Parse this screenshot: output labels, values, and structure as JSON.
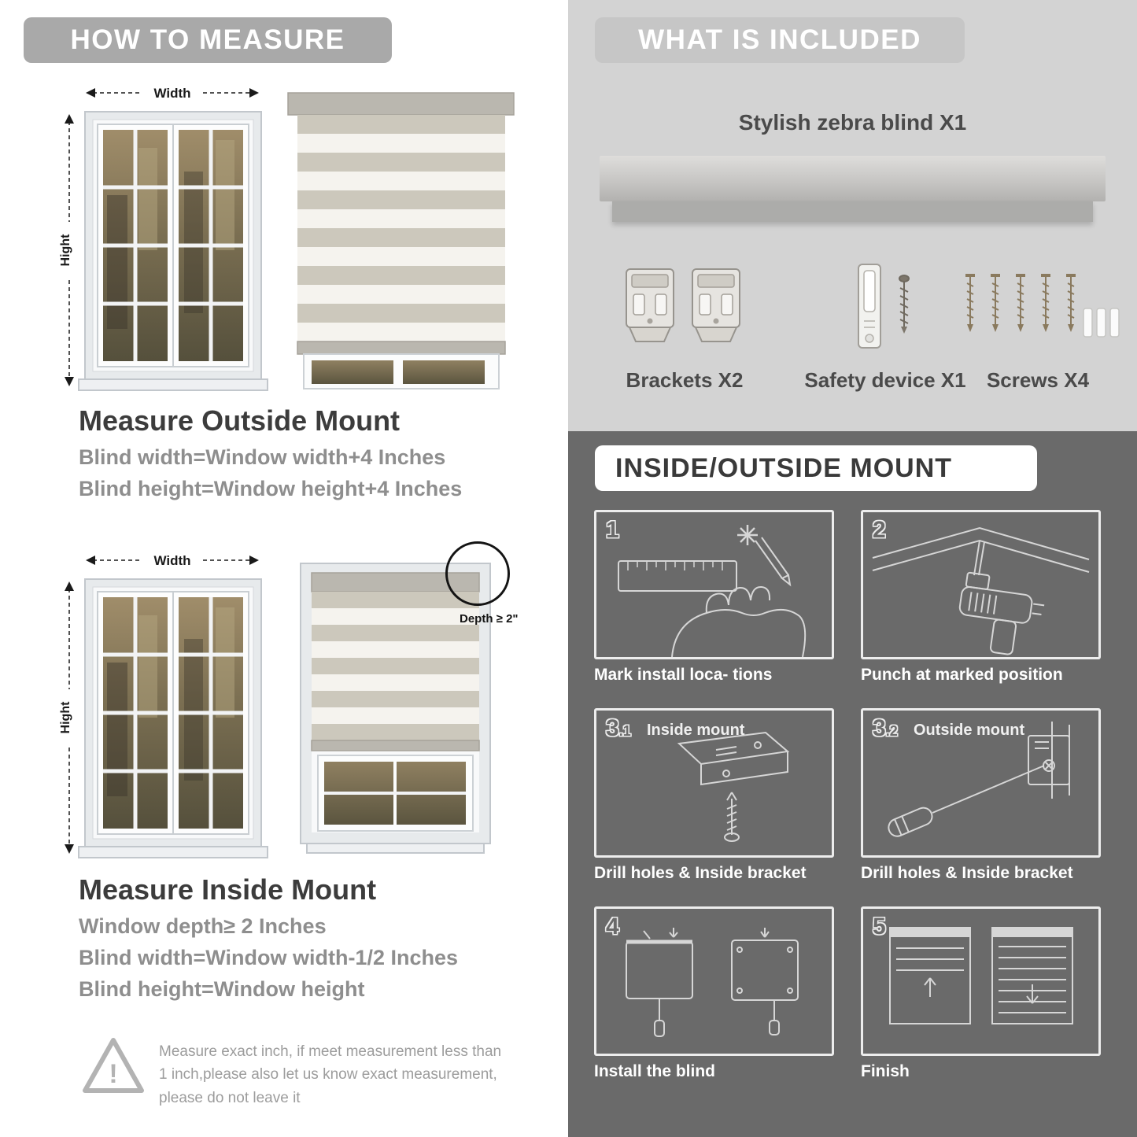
{
  "colors": {
    "left_banner": "#a9a9a9",
    "included_bg": "#d3d3d3",
    "included_banner": "#c6c6c6",
    "mount_bg": "#6a6a6a",
    "heading_text": "#3c3c3c",
    "sub_text": "#8e8e8e",
    "caption_text": "#ffffff"
  },
  "left": {
    "header": "HOW TO MEASURE",
    "outside": {
      "width_label": "Width",
      "height_label": "Hight",
      "title": "Measure Outside Mount",
      "line1": "Blind width=Window width+4 Inches",
      "line2": "Blind height=Window height+4 Inches"
    },
    "inside": {
      "width_label": "Width",
      "height_label": "Hight",
      "depth_label": "Depth ≥ 2\"",
      "title": "Measure Inside Mount",
      "line1": "Window depth≥ 2 Inches",
      "line2": "Blind width=Window width-1/2 Inches",
      "line3": "Blind height=Window height"
    },
    "warning": {
      "mark": "!",
      "text": "Measure exact inch, if meet measurement less than 1 inch,please also let us know exact measurement, please do not leave it"
    }
  },
  "included": {
    "header": "WHAT IS INCLUDED",
    "blind_label": "Stylish zebra blind X1",
    "items": [
      {
        "label": "Brackets X2"
      },
      {
        "label": "Safety device X1"
      },
      {
        "label": "Screws X4"
      }
    ]
  },
  "mount": {
    "header": "INSIDE/OUTSIDE MOUNT",
    "steps": [
      {
        "num": "1",
        "sub": "",
        "label": "",
        "caption": "Mark install loca- tions"
      },
      {
        "num": "2",
        "sub": "",
        "label": "",
        "caption": "Punch at marked position"
      },
      {
        "num": "3",
        "sub": ".1",
        "label": "Inside mount",
        "caption": "Drill holes & Inside bracket"
      },
      {
        "num": "3",
        "sub": ".2",
        "label": "Outside mount",
        "caption": "Drill holes & Inside bracket"
      },
      {
        "num": "4",
        "sub": "",
        "label": "",
        "caption": "Install the blind"
      },
      {
        "num": "5",
        "sub": "",
        "label": "",
        "caption": "Finish"
      }
    ]
  }
}
